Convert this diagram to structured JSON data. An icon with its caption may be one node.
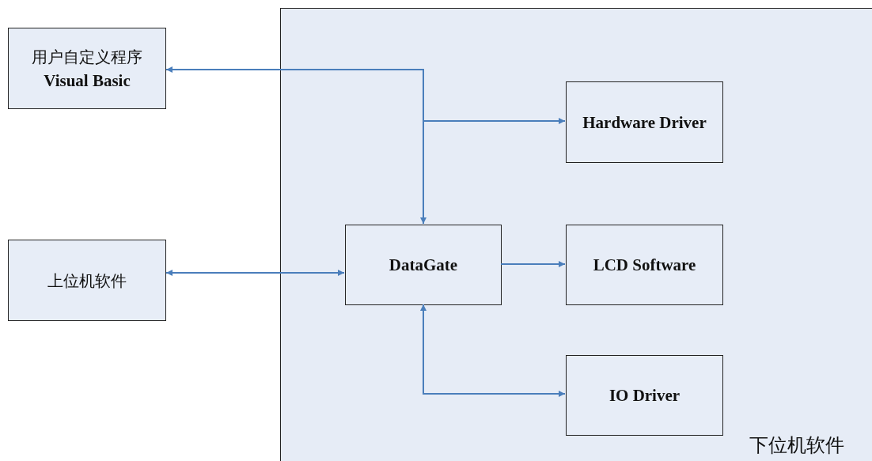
{
  "diagram": {
    "nodes": [
      {
        "text": [
          "用户自定义程序",
          "Visual Basic"
        ]
      },
      {
        "text": [
          "上位机软件"
        ]
      },
      {
        "text": [
          "下位机软件"
        ]
      },
      {
        "text": [
          "Hardware Driver"
        ],
        "in": 2
      },
      {
        "text": [
          "DataGate"
        ],
        "in": 2
      },
      {
        "text": [
          "LCD Software"
        ],
        "in": 2
      },
      {
        "text": [
          "IO Driver"
        ],
        "in": 2
      }
    ],
    "edges": [
      {
        "from": 0,
        "to": 4,
        "arrow": "both"
      },
      {
        "from": 4,
        "to": 3,
        "arrow": "to"
      },
      {
        "from": 1,
        "to": 4,
        "arrow": "both"
      },
      {
        "from": 4,
        "to": 5,
        "arrow": "to"
      },
      {
        "from": 4,
        "to": 6,
        "arrow": "both"
      }
    ]
  }
}
